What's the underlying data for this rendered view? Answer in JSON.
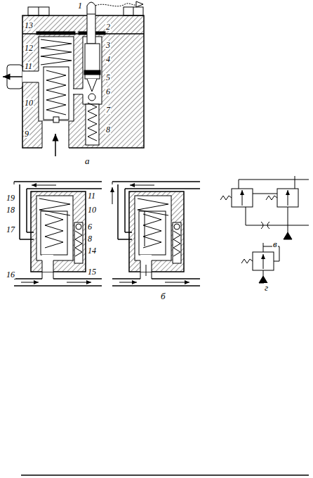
{
  "diagram": {
    "labels": [
      "1",
      "13",
      "2",
      "3",
      "12",
      "4",
      "11",
      "10",
      "5",
      "6",
      "7",
      "8",
      "9",
      "а",
      "19",
      "11",
      "18",
      "10",
      "6",
      "8",
      "17",
      "14",
      "16",
      "15",
      "б",
      "в",
      "г"
    ]
  }
}
